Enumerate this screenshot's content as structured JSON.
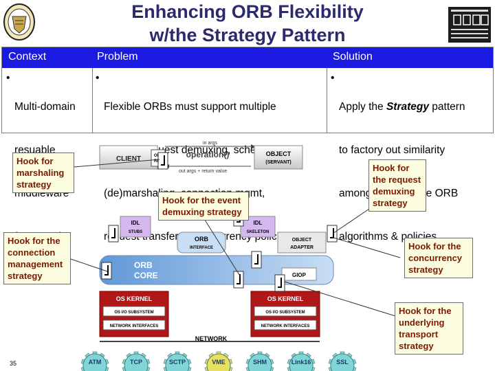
{
  "slide": {
    "title_line1": "Enhancing ORB Flexibility",
    "title_line2": "w/the Strategy Pattern",
    "page_number": "35"
  },
  "table": {
    "headers": [
      "Context",
      "Problem",
      "Solution"
    ],
    "context_lines": [
      "Multi-domain",
      "resuable",
      "middleware",
      "framework"
    ],
    "problem_lines": [
      "Flexible ORBs must support multiple",
      "event & request demuxing, scheduling,",
      "(de)marshaling, connection mgmt,",
      "request transfer, & concurrency policies"
    ],
    "solution": {
      "line1_pre": "Apply the ",
      "line1_em": "Strategy",
      "line1_post": " pattern",
      "lines": [
        "to factory out similarity",
        "amongst alternative ORB",
        "algorithms & policies"
      ]
    }
  },
  "callouts": {
    "marshaling": [
      "Hook for",
      "marshaling",
      "strategy"
    ],
    "event_demux": [
      "Hook for the event",
      "demuxing strategy"
    ],
    "connection": [
      "Hook for the",
      "connection",
      "management",
      "strategy"
    ],
    "request_demux": [
      "Hook for",
      "the request",
      "demuxing",
      "strategy"
    ],
    "concurrency": [
      "Hook for the",
      "concurrency",
      "strategy"
    ],
    "transport": [
      "Hook for the",
      "underlying",
      "transport",
      "strategy"
    ]
  },
  "architecture": {
    "client": "CLIENT",
    "object": "OBJECT",
    "servant": "(SERVANT)",
    "operation": "operation()",
    "in_args": "in args",
    "out_args": "out args + return value",
    "obj_ref_1": "OBJ",
    "obj_ref_2": "REF",
    "idl_stubs_1": "IDL",
    "idl_stubs_2": "STUBS",
    "idl_skel_1": "IDL",
    "idl_skel_2": "SKELETON",
    "orb_interface_1": "ORB",
    "orb_interface_2": "INTERFACE",
    "object_adapter_1": "OBJECT",
    "object_adapter_2": "ADAPTER",
    "orb_core_1": "ORB",
    "orb_core_2": "CORE",
    "giop": "GIOP",
    "os_kernel": "OS KERNEL",
    "os_io": "OS I/O SUBSYSTEM",
    "net_if": "NETWORK INTERFACES",
    "network": "NETWORK"
  },
  "transports": [
    {
      "label": "ATM",
      "color": "#7fd6d6"
    },
    {
      "label": "TCP",
      "color": "#7fd6d6"
    },
    {
      "label": "SCTP",
      "color": "#7fd6d6"
    },
    {
      "label": "VME",
      "color": "#e8e060"
    },
    {
      "label": "SHM",
      "color": "#7fd6d6"
    },
    {
      "label": "Link16",
      "color": "#7fd6d6"
    },
    {
      "label": "SSL",
      "color": "#7fd6d6"
    }
  ],
  "colors": {
    "header_blue": "#1a1ae0",
    "title": "#2b2b6b",
    "callout_text": "#7a1a00",
    "callout_bg": "#fcfce0",
    "kernel_red": "#b01818",
    "idl_purple": "#d6b8f0",
    "orb_core": "#8fb8e8"
  }
}
